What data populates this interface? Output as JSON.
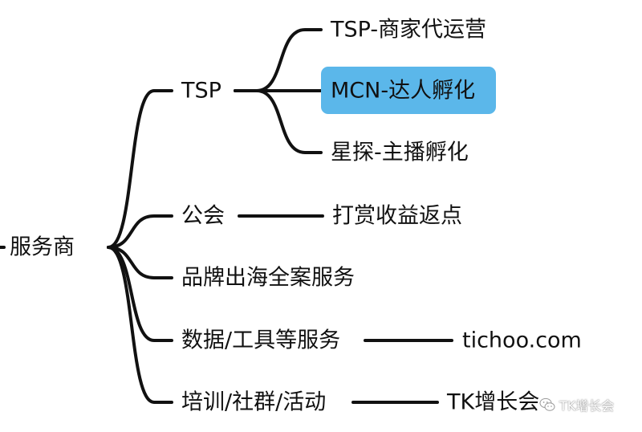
{
  "root": {
    "label": "服务商"
  },
  "branches": [
    {
      "label": "TSP",
      "children": [
        "TSP-商家代运营",
        "MCN-达人孵化",
        "星探-主播孵化"
      ]
    },
    {
      "label": "公会",
      "children": [
        "打赏收益返点"
      ]
    },
    {
      "label": "品牌出海全案服务",
      "children": []
    },
    {
      "label": "数据/工具等服务",
      "children": [
        "tichoo.com"
      ]
    },
    {
      "label": "培训/社群/活动",
      "children": [
        "TK增长会"
      ]
    }
  ],
  "highlighted_node": "MCN-达人孵化",
  "colors": {
    "highlight": "#5bb7ea",
    "line": "#111111",
    "text": "#111111"
  },
  "watermark": {
    "icon": "wechat-icon",
    "text": "TK增长会"
  }
}
